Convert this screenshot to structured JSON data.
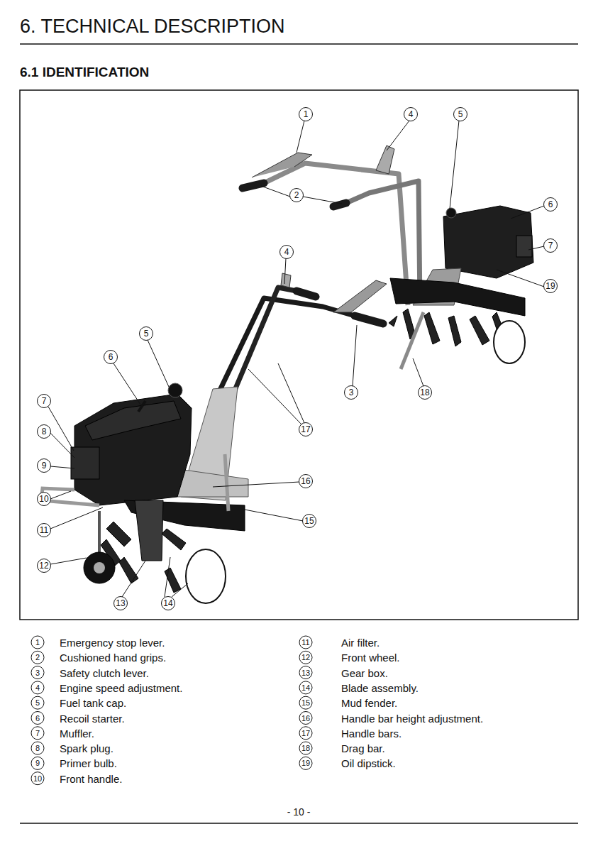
{
  "diagram": {
    "title": "6. TECHNICAL DESCRIPTION",
    "labels": [
      "6.1 IDENTIFICATION",
      "1",
      "4",
      "5",
      "6",
      "7",
      "19",
      "2",
      "4",
      "5",
      "6",
      "18",
      "3",
      "17",
      "7",
      "8",
      "9",
      "16",
      "10",
      "15",
      "11",
      "12",
      "13",
      "14",
      "1",
      "Emergency stop lever.",
      "2",
      "Cushioned hand grips.",
      "3",
      "Safety clutch lever.",
      "4",
      "Engine speed adjustment.",
      "5",
      "Fuel tank cap.",
      "6",
      "Recoil starter.",
      "7",
      "Muffler.",
      "8",
      "Spark plug.",
      "9",
      "Primer bulb.",
      "10",
      "Front handle.",
      "11",
      "Air filter.",
      "12",
      "Front wheel.",
      "13",
      "Gear box.",
      "14",
      "Blade assembly.",
      "15",
      "Mud fender.",
      "16",
      "Handle bar height adjustment.",
      "17",
      "Handle bars.",
      "18",
      "Drag bar.",
      "19",
      "Oil dipstick.",
      "- 10 -"
    ]
  }
}
